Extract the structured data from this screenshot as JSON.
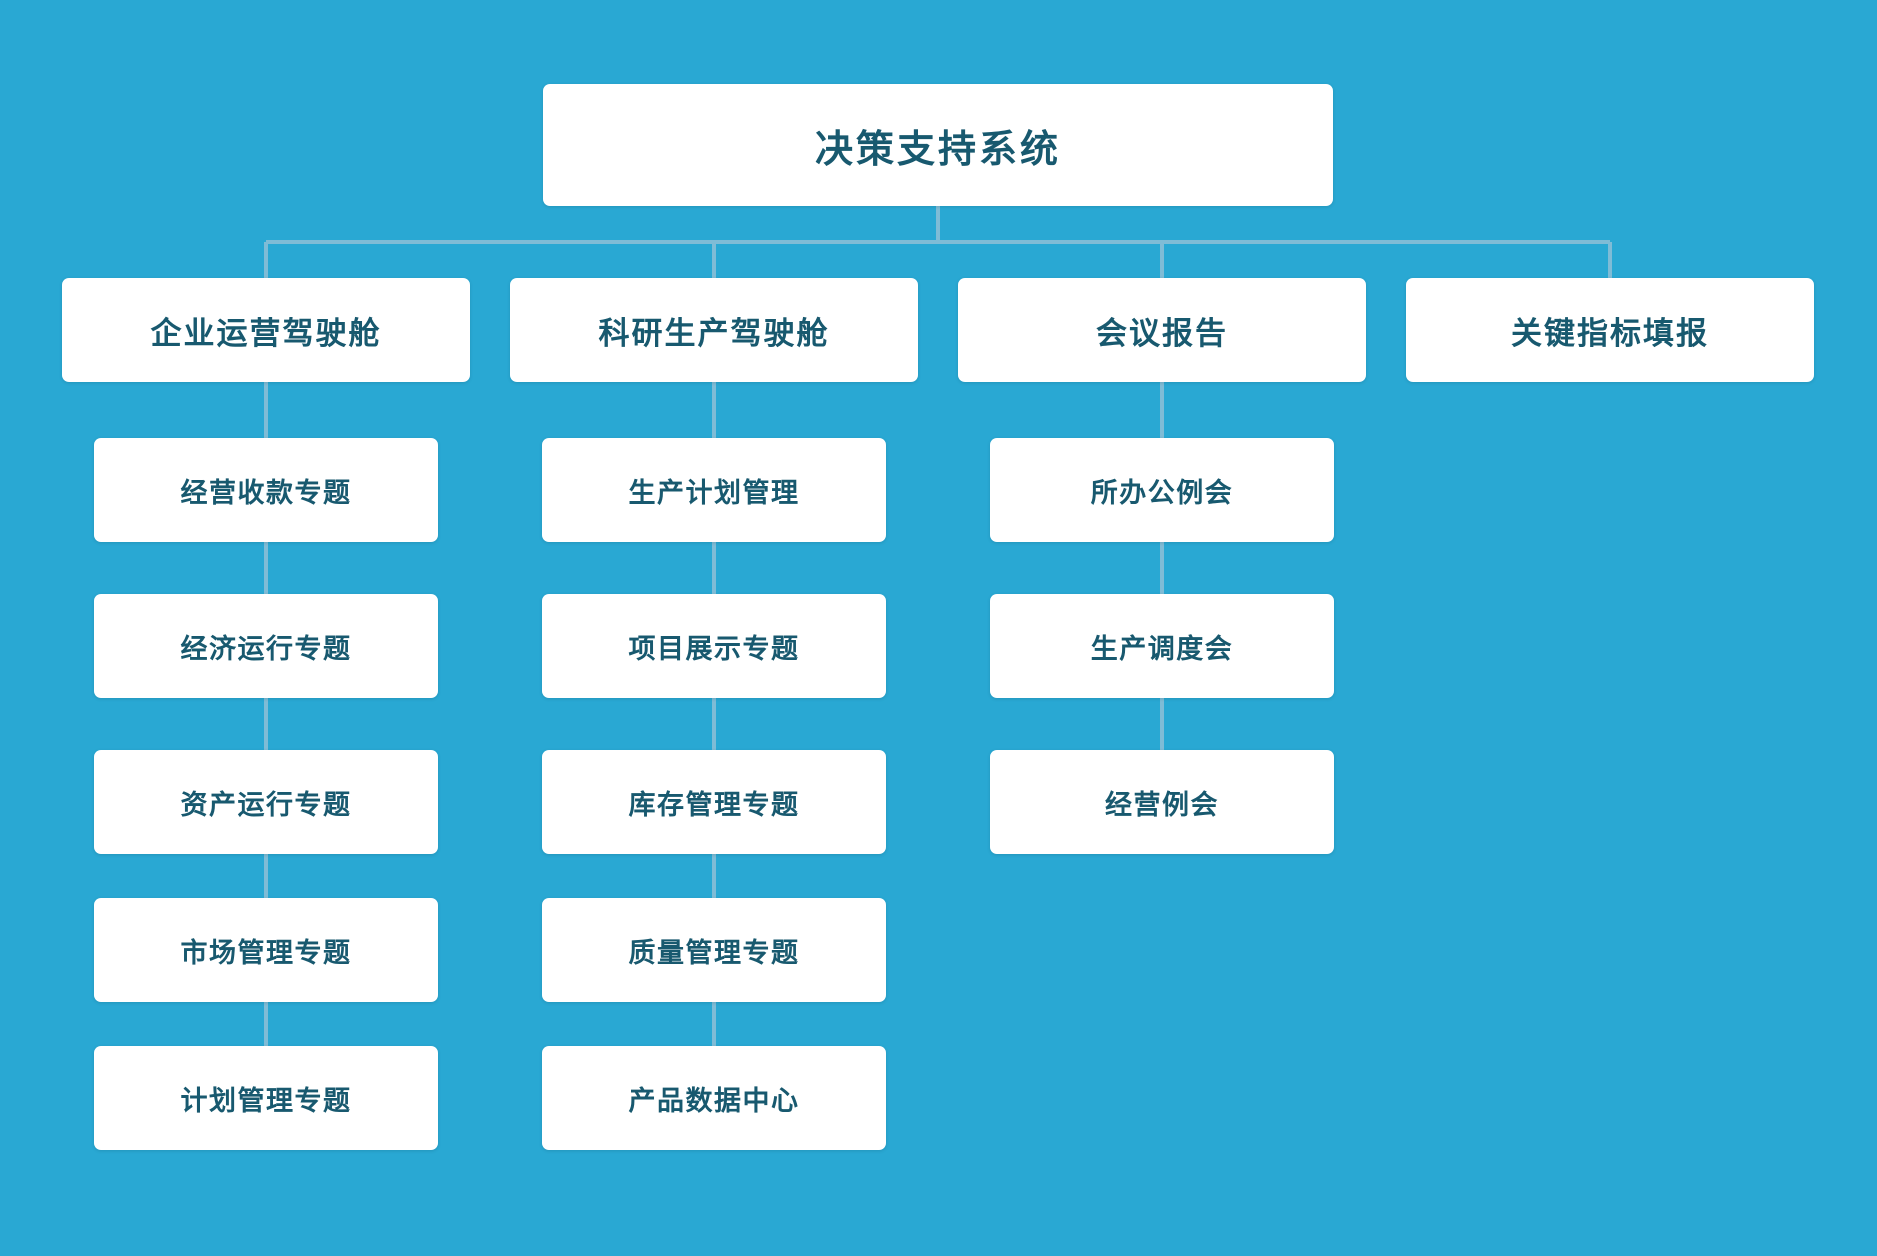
{
  "diagram": {
    "title": "决策支持系统",
    "type": "organizational-tree",
    "colors": {
      "background": "#29a8d3",
      "card_background": "#ffffff",
      "text": "#18596f",
      "connector": "#7fbcd6"
    },
    "root": {
      "label": "决策支持系统"
    },
    "branches": [
      {
        "label": "企业运营驾驶舱",
        "children": [
          {
            "label": "经营收款专题"
          },
          {
            "label": "经济运行专题"
          },
          {
            "label": "资产运行专题"
          },
          {
            "label": "市场管理专题"
          },
          {
            "label": "计划管理专题"
          }
        ]
      },
      {
        "label": "科研生产驾驶舱",
        "children": [
          {
            "label": "生产计划管理"
          },
          {
            "label": "项目展示专题"
          },
          {
            "label": "库存管理专题"
          },
          {
            "label": "质量管理专题"
          },
          {
            "label": "产品数据中心"
          }
        ]
      },
      {
        "label": "会议报告",
        "children": [
          {
            "label": "所办公例会"
          },
          {
            "label": "生产调度会"
          },
          {
            "label": "经营例会"
          }
        ]
      },
      {
        "label": "关键指标填报",
        "children": []
      }
    ]
  }
}
